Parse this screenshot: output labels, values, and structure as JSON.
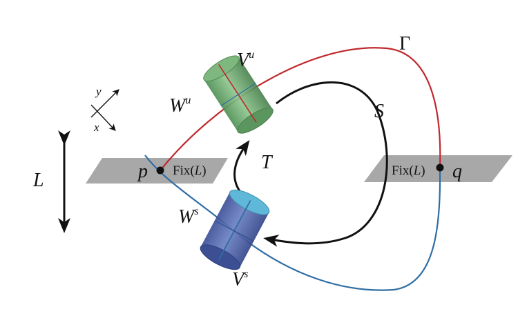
{
  "labels": {
    "gamma": "Γ",
    "V_u": "V",
    "V_u_sup": "u",
    "W_u": "W",
    "W_u_sup": "u",
    "W_s": "W",
    "W_s_sup": "s",
    "V_s": "V",
    "V_s_sup": "s",
    "S": "S",
    "T": "T",
    "L": "L",
    "p": "p",
    "q": "q",
    "fix_left_prefix": "Fix(",
    "fix_left_var": "L",
    "fix_left_suffix": ")",
    "fix_right_prefix": "Fix(",
    "fix_right_var": "L",
    "fix_right_suffix": ")",
    "axis_x": "x",
    "axis_y": "y"
  },
  "colors": {
    "unstable_curve": "#c0282d",
    "stable_curve": "#2e6da4",
    "plane": "#a8a8a8",
    "green_cylinder": "#6aa86a",
    "blue_cylinder": "#4a63a8",
    "cap_cyan": "#5fb8d8",
    "arrow": "#111111"
  }
}
